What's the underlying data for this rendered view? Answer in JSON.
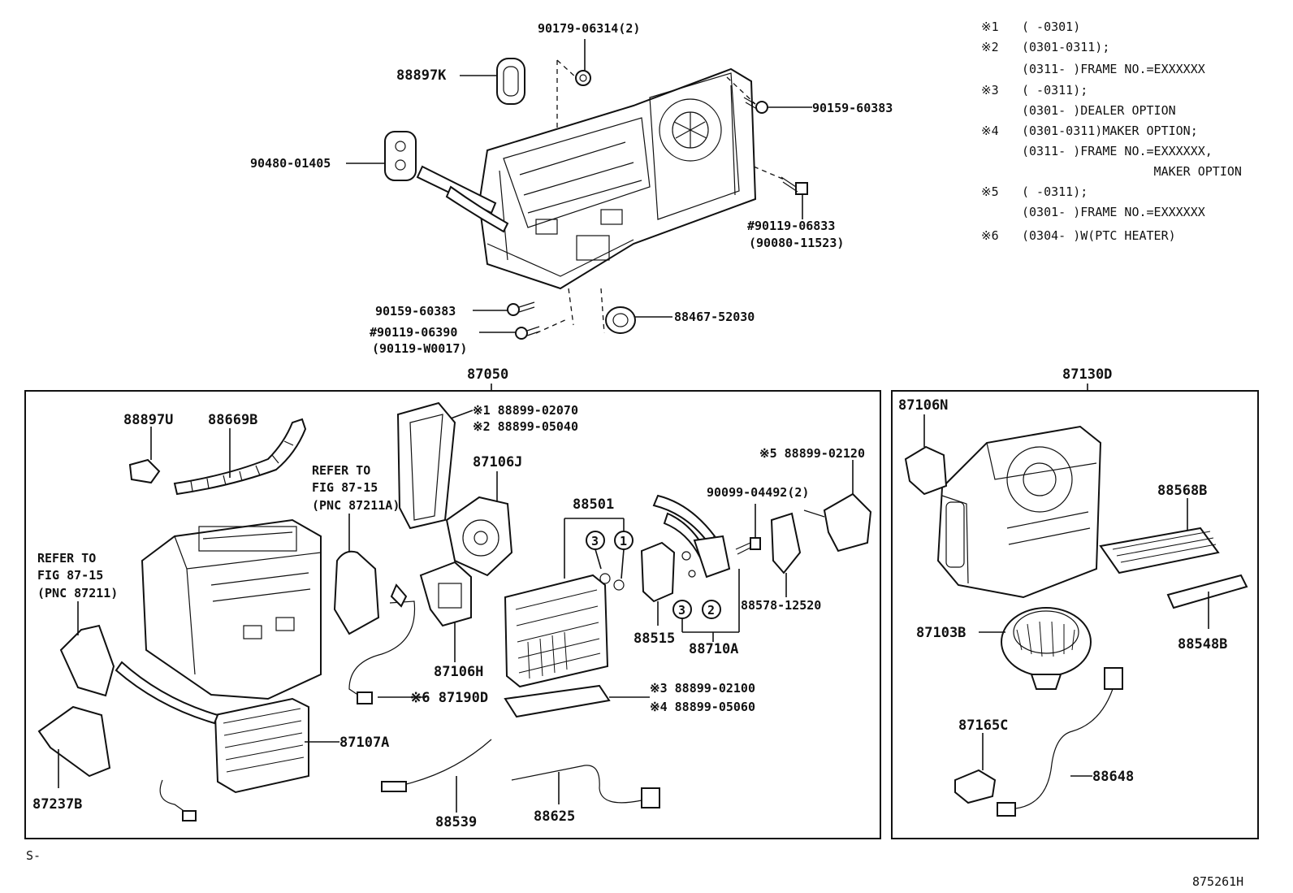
{
  "notes": [
    {
      "mark": "※1",
      "lines": [
        "(      -0301)"
      ]
    },
    {
      "mark": "※2",
      "lines": [
        "(0301-0311);",
        "(0311-      )FRAME NO.=EXXXXXX"
      ]
    },
    {
      "mark": "※3",
      "lines": [
        "(      -0311);",
        "(0301-      )DEALER OPTION"
      ]
    },
    {
      "mark": "※4",
      "lines": [
        "(0301-0311)MAKER OPTION;",
        "(0311-      )FRAME NO.=EXXXXXX,",
        "                  MAKER OPTION"
      ]
    },
    {
      "mark": "※5",
      "lines": [
        "(      -0311);",
        "(0301-      )FRAME NO.=EXXXXXX"
      ]
    },
    {
      "mark": "※6",
      "lines": [
        "(0304-      )W(PTC HEATER)"
      ]
    }
  ],
  "top_labels": {
    "p90179": "90179-06314(2)",
    "p88897k": "88897K",
    "p90159a": "90159-60383",
    "p90480": "90480-01405",
    "p90119a": "#90119-06833",
    "p90080": "(90080-11523)",
    "p90159b": "90159-60383",
    "p90119b": "#90119-06390",
    "p90119w": "(90119-W0017)",
    "p88467": "88467-52030"
  },
  "group_87050": {
    "title": "87050",
    "labels": {
      "p88897u": "88897U",
      "p88669b": "88669B",
      "refer1a": "REFER TO",
      "refer1b": "FIG 87-15",
      "refer1c": "(PNC 87211A)",
      "refer2a": "REFER TO",
      "refer2b": "FIG 87-15",
      "refer2c": "(PNC 87211)",
      "p88899a": "※1 88899-02070",
      "p88899b": "※2 88899-05040",
      "p87106j": "87106J",
      "p88501": "88501",
      "p88899c": "※5 88899-02120",
      "p90099": "90099-04492(2)",
      "p88578": "88578-12520",
      "p88515": "88515",
      "p88710a": "88710A",
      "p87106h": "87106H",
      "p87190d": "※6 87190D",
      "p88899d": "※3 88899-02100",
      "p88899e": "※4 88899-05060",
      "p87107a": "87107A",
      "p87237b": "87237B",
      "p88539": "88539",
      "p88625": "88625",
      "c1": "1",
      "c2": "2",
      "c3a": "3",
      "c3b": "3"
    }
  },
  "group_87130d": {
    "title": "87130D",
    "labels": {
      "p87106n": "87106N",
      "p88568b": "88568B",
      "p87103b": "87103B",
      "p88548b": "88548B",
      "p87165c": "87165C",
      "p88648": "88648"
    }
  },
  "footer": {
    "left": "S-",
    "right": "875261H"
  }
}
